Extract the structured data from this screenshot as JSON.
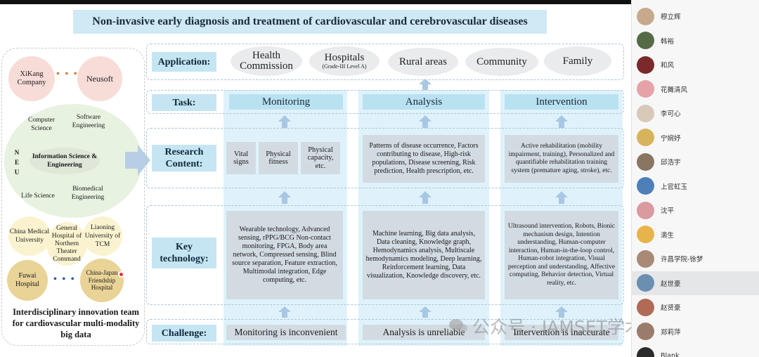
{
  "slide": {
    "title": "Non-invasive early diagnosis and treatment of cardiovascular and cerebrovascular diseases",
    "left_panel": {
      "companies": [
        "XiKang Company",
        "Neusoft"
      ],
      "neu_letters": [
        "N",
        "E",
        "U"
      ],
      "neu_center": "Information Science & Engineering",
      "neu_fields": [
        "Computer Science",
        "Software Engineering",
        "Life Science",
        "Biomedical Engineering"
      ],
      "universities": [
        "China Medical University",
        "General Hospital of Northern Theater Command",
        "Liaoning University of TCM"
      ],
      "hospitals": [
        "Fuwai Hospital",
        "China-Japan Friendship Hospital"
      ],
      "caption": "Interdisciplinary innovation team for cardiovascular multi-modality big data"
    },
    "rows": {
      "application": "Application:",
      "task": "Task:",
      "research": "Research Content:",
      "key": "Key technology:",
      "challenge": "Challenge:"
    },
    "applications": [
      {
        "label": "Health Commission",
        "sub": ""
      },
      {
        "label": "Hospitals",
        "sub": "(Grade-III Level A)"
      },
      {
        "label": "Rural areas",
        "sub": ""
      },
      {
        "label": "Community",
        "sub": ""
      },
      {
        "label": "Family",
        "sub": ""
      }
    ],
    "tasks": [
      "Monitoring",
      "Analysis",
      "Intervention"
    ],
    "research_monitoring": [
      "Vital signs",
      "Physical fitness",
      "Physical capacity, etc."
    ],
    "research_analysis": "Patterns of disease occurrence, Factors contributing to disease, High-risk populations, Disease screening, Risk prediction, Health prescription, etc.",
    "research_intervention": "Active rehabilitation (mobility impairment, training), Personalized and quantifiable rehabilitation training system (premature aging, stroke), etc.",
    "key_monitoring": "Wearable technology, Advanced sensing, rPPG/BCG Non-contact monitoring, FPGA, Body area network, Compressed sensing, Blind source separation, Feature extraction, Multimodal integration, Edge computing, etc.",
    "key_analysis": "Machine learning, Big data analysis, Data cleaning, Knowledge graph, Hemodynamics analysis, Multiscale hemodynamics modeling, Deep learning, Reinforcement learning, Data visualization, Knowledge discovery, etc.",
    "key_intervention": "Ultrasound intervention, Robots, Bionic mechanism design, Intention understanding, Human-computer interaction, Human-in-the-loop control, Human-robot integration, Visual perception and understanding, Affective computing, Behavior detection, Virtual reality, etc.",
    "challenges": [
      "Monitoring is inconvenient",
      "Analysis is unreliable",
      "Intervention is inaccurate"
    ]
  },
  "watermark": "公众号 · IAMSET学术服务",
  "participants": [
    {
      "name": "穆立辉",
      "color": "#c7a98c"
    },
    {
      "name": "韩裕",
      "color": "#556b45"
    },
    {
      "name": "和风",
      "color": "#7a2a2a"
    },
    {
      "name": "花舞清风",
      "color": "#e5a2a8"
    },
    {
      "name": "李可心",
      "color": "#d8c9b9"
    },
    {
      "name": "宁婉妤",
      "color": "#d7b45c"
    },
    {
      "name": "邱浩宇",
      "color": "#8a7560"
    },
    {
      "name": "上官虹玉",
      "color": "#4f7fb8"
    },
    {
      "name": "沈平",
      "color": "#d99aa0"
    },
    {
      "name": "滴生",
      "color": "#e7b34b"
    },
    {
      "name": "许昌学院-徐梦",
      "color": "#a88a76"
    },
    {
      "name": "赵世豪",
      "color": "#6b8fb0"
    },
    {
      "name": "赵贤豪",
      "color": "#b06a55"
    },
    {
      "name": "郑莉萍",
      "color": "#9b7c6a"
    },
    {
      "name": "Blank",
      "color": "#2b2b2b"
    }
  ],
  "selected_participant": "赵世豪"
}
